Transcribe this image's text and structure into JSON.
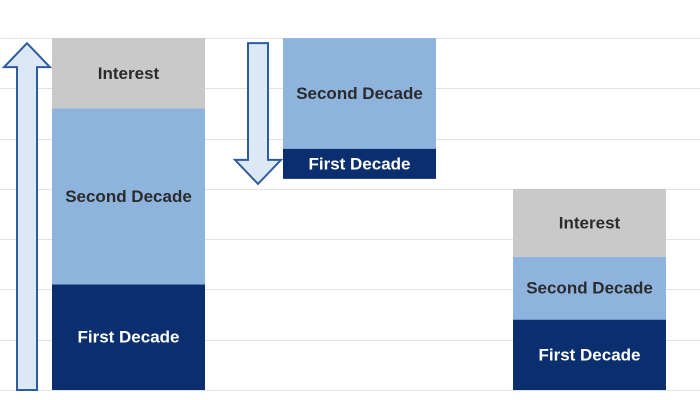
{
  "chart_data": {
    "type": "bar",
    "subtype": "stacked-waterfall",
    "title": "",
    "xlabel": "",
    "ylabel": "",
    "grid": true,
    "legend": "none",
    "axis_ticks_visible": false,
    "ylim": [
      0,
      7.4
    ],
    "categories": [
      "",
      "",
      ""
    ],
    "bars": [
      {
        "segments": [
          {
            "name": "First Decade",
            "from": 0,
            "to": 2.1,
            "color": "#0B2F6E",
            "text_color": "#FFFFFF"
          },
          {
            "name": "Second Decade",
            "from": 2.1,
            "to": 5.6,
            "color": "#8EB4DE",
            "text_color": "#2B2B2B"
          },
          {
            "name": "Interest",
            "from": 5.6,
            "to": 7.0,
            "color": "#C9C9C9",
            "text_color": "#2B2B2B"
          }
        ]
      },
      {
        "segments": [
          {
            "name": "First Decade",
            "from": 4.2,
            "to": 4.8,
            "color": "#0B2F6E",
            "text_color": "#FFFFFF"
          },
          {
            "name": "Second Decade",
            "from": 4.8,
            "to": 7.0,
            "color": "#8EB4DE",
            "text_color": "#2B2B2B"
          }
        ]
      },
      {
        "segments": [
          {
            "name": "First Decade",
            "from": 0,
            "to": 1.4,
            "color": "#0B2F6E",
            "text_color": "#FFFFFF"
          },
          {
            "name": "Second Decade",
            "from": 1.4,
            "to": 2.65,
            "color": "#8EB4DE",
            "text_color": "#2B2B2B"
          },
          {
            "name": "Interest",
            "from": 2.65,
            "to": 4.0,
            "color": "#C9C9C9",
            "text_color": "#2B2B2B"
          }
        ]
      }
    ],
    "arrows": [
      {
        "direction": "up",
        "from": 0,
        "to": 6.9,
        "color": "#DCE8F5",
        "stroke": "#2E5C9E"
      },
      {
        "direction": "down",
        "from": 6.9,
        "to": 4.1,
        "color": "#DCE8F5",
        "stroke": "#2E5C9E"
      }
    ],
    "gridline_values": [
      0,
      1,
      2,
      3,
      4,
      5,
      6,
      7
    ],
    "colors": {
      "gridline": "#E3E3E3",
      "background": "#FFFFFF"
    }
  }
}
